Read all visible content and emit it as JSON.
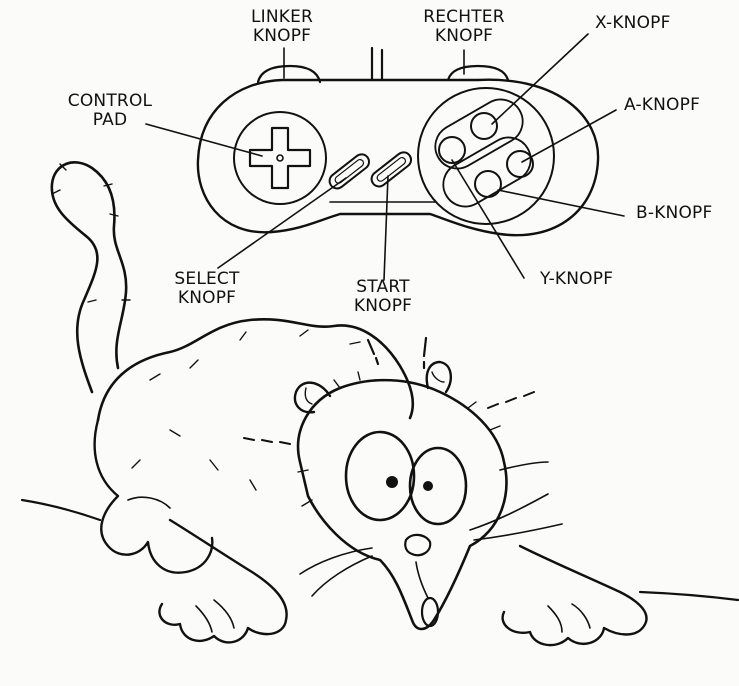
{
  "diagram": {
    "subject": "controller-with-cat",
    "colors": {
      "ink": "#111111",
      "paper": "#fbfbfa"
    },
    "labels": {
      "linker": {
        "line1": "LINKER",
        "line2": "KNOPF"
      },
      "rechter": {
        "line1": "RECHTER",
        "line2": "KNOPF"
      },
      "x_knopf": "X-KNOPF",
      "control_pad": {
        "line1": "CONTROL",
        "line2": "PAD"
      },
      "a_knopf": "A-KNOPF",
      "b_knopf": "B-KNOPF",
      "select": {
        "line1": "SELECT",
        "line2": "KNOPF"
      },
      "start": {
        "line1": "START",
        "line2": "KNOPF"
      },
      "y_knopf": "Y-KNOPF"
    },
    "icons": {
      "controller": "gamepad-icon",
      "cat": "cat-illustration"
    }
  }
}
